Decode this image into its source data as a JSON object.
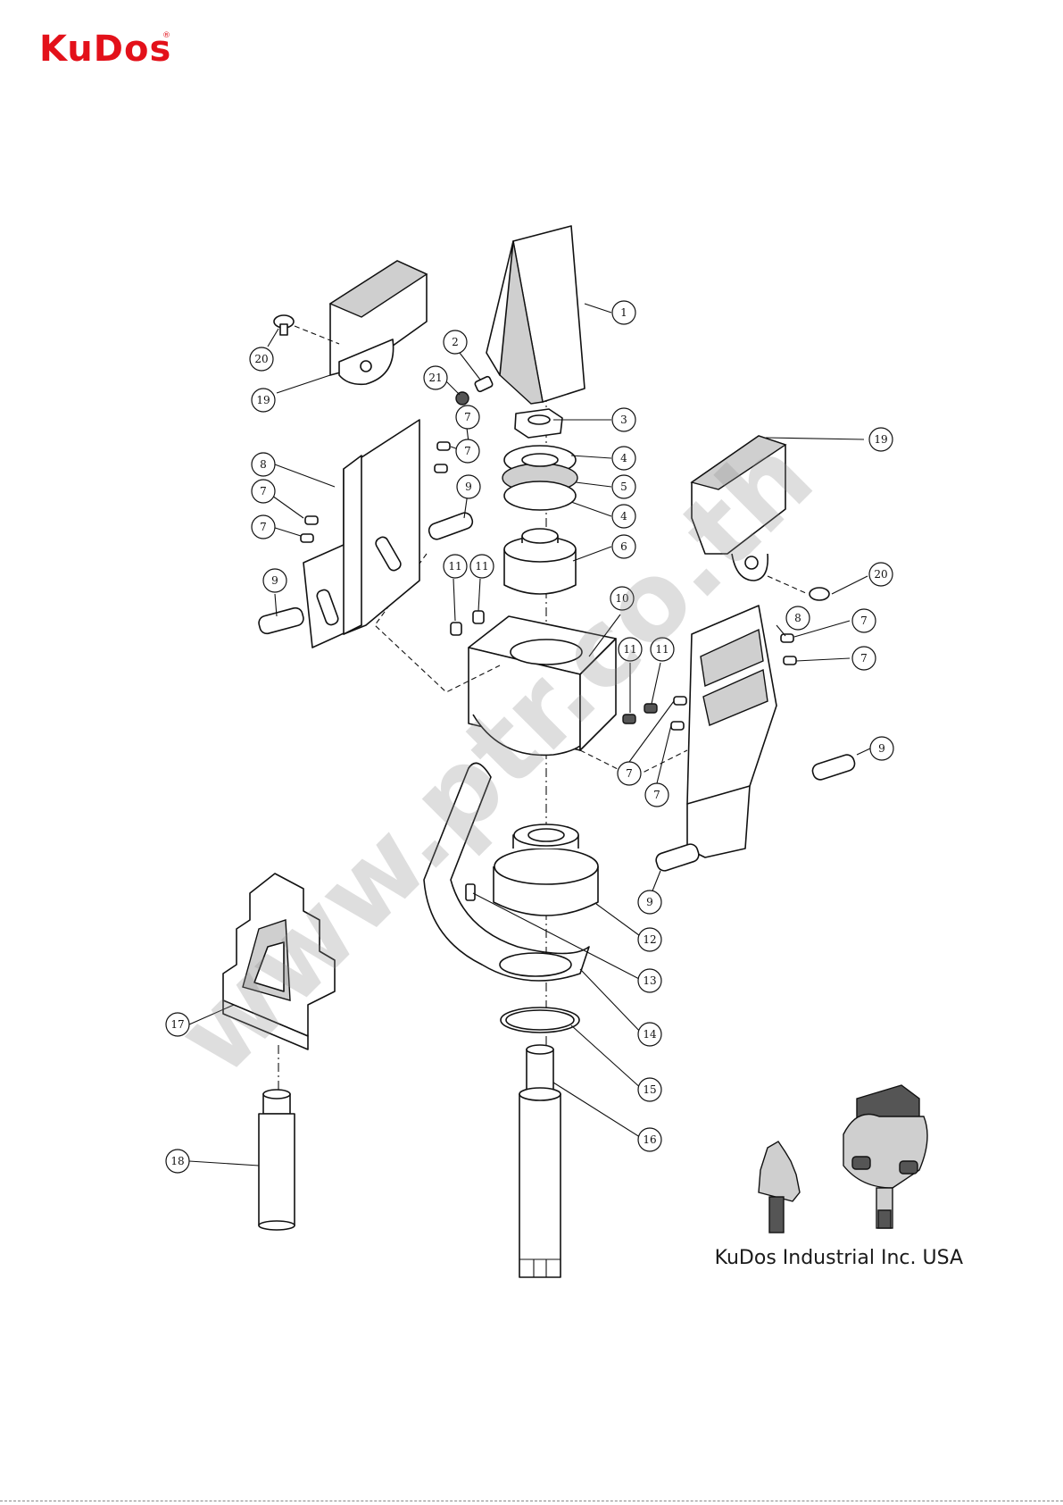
{
  "brand": {
    "logo_text": "KuDos",
    "reg_mark": "®",
    "color": "#e3111a"
  },
  "watermark": "www.ptr.co.th",
  "footer": {
    "company": "KuDos Industrial Inc. USA"
  },
  "icons": [
    "kudos-logo",
    "exploded-assembly-drawing",
    "product-photo"
  ],
  "callouts": {
    "c1": "1",
    "c2": "2",
    "c3": "3",
    "c4a": "4",
    "c4b": "4",
    "c5": "5",
    "c6": "6",
    "c7a": "7",
    "c7b": "7",
    "c7c": "7",
    "c7d": "7",
    "c7e": "7",
    "c7f": "7",
    "c7g": "7",
    "c7h": "7",
    "c8a": "8",
    "c8b": "8",
    "c9a": "9",
    "c9b": "9",
    "c9c": "9",
    "c9d": "9",
    "c10": "10",
    "c11a": "11",
    "c11b": "11",
    "c11c": "11",
    "c11d": "11",
    "c12": "12",
    "c13": "13",
    "c14": "14",
    "c15": "15",
    "c16": "16",
    "c17": "17",
    "c18": "18",
    "c19a": "19",
    "c19b": "19",
    "c20a": "20",
    "c20b": "20",
    "c21": "21"
  }
}
